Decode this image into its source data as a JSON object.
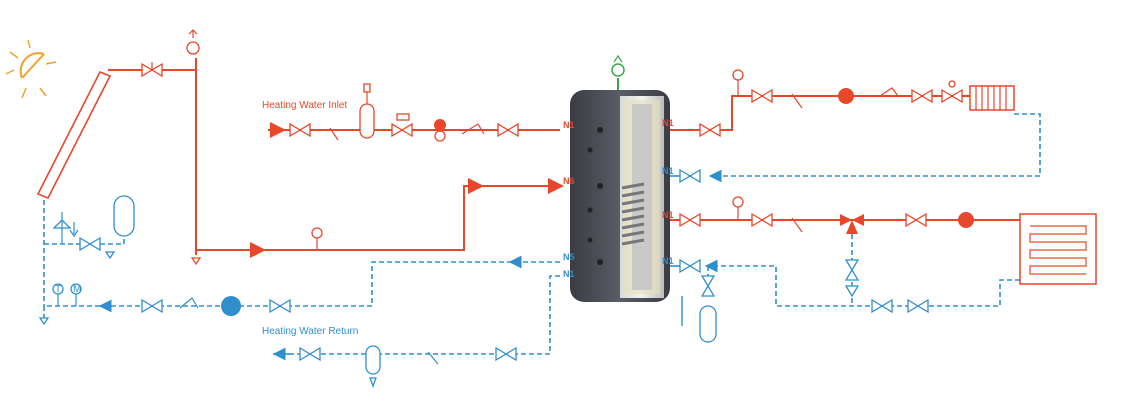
{
  "labels": {
    "heating_inlet": "Heating Water Inlet",
    "heating_return": "Heating Water Return"
  },
  "ports": {
    "n1_left_top": "N1",
    "n6": "N6",
    "n5": "N5",
    "n1_left_bottom": "N1",
    "n1_right_1": "N1",
    "n1_right_2": "N1",
    "n1_right_3": "N1",
    "n1_right_4": "N1"
  },
  "gauges": {
    "t": "T",
    "m": "M"
  },
  "colors": {
    "hot": "#e8472c",
    "cold": "#2f8fce",
    "tank": "#4a4d55",
    "sun": "#f4a028",
    "vent": "#3aa84a"
  }
}
